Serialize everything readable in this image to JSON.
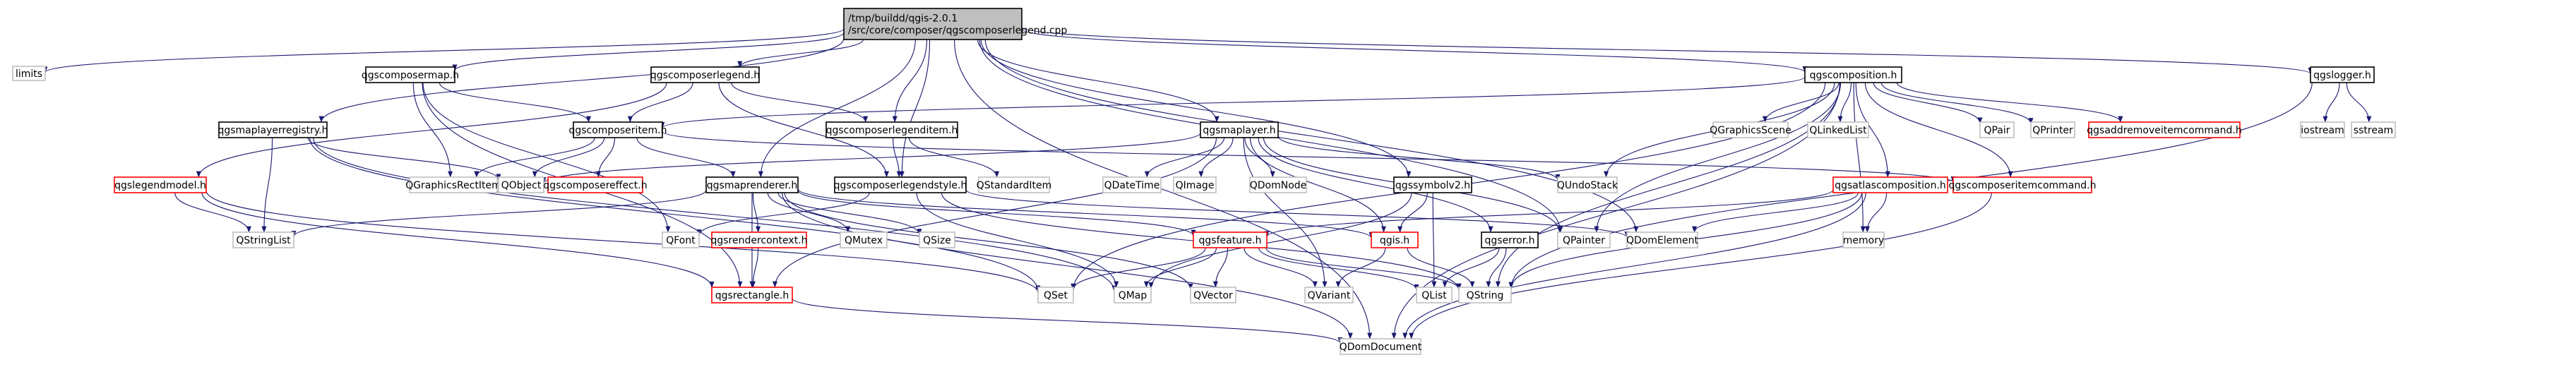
{
  "colors": {
    "edge": "#191970",
    "root_fill": "#bfbfbf",
    "root_stroke": "#000000",
    "file_stroke": "#000000",
    "missing_stroke": "#bfbfbf",
    "broken_stroke": "#ff0000",
    "text": "#000000"
  },
  "nodes": [
    {
      "id": "root",
      "kind": "root",
      "lines": [
        "/tmp/buildd/qgis-2.0.1",
        "/src/core/composer/qgscomposerlegend.cpp"
      ]
    },
    {
      "id": "limits",
      "kind": "missing",
      "lines": [
        "limits"
      ]
    },
    {
      "id": "qgscomposermap",
      "kind": "file",
      "lines": [
        "qgscomposermap.h"
      ]
    },
    {
      "id": "qgscomposerlegend",
      "kind": "file",
      "lines": [
        "qgscomposerlegend.h"
      ]
    },
    {
      "id": "qgscomposition",
      "kind": "file",
      "lines": [
        "qgscomposition.h"
      ]
    },
    {
      "id": "qgslogger",
      "kind": "file",
      "lines": [
        "qgslogger.h"
      ]
    },
    {
      "id": "qgsmaplayerregistry",
      "kind": "file",
      "lines": [
        "qgsmaplayerregistry.h"
      ]
    },
    {
      "id": "qgscomposeritem",
      "kind": "file",
      "lines": [
        "qgscomposeritem.h"
      ]
    },
    {
      "id": "qgscomposerlegenditem",
      "kind": "file",
      "lines": [
        "qgscomposerlegenditem.h"
      ]
    },
    {
      "id": "qgsmaplayer",
      "kind": "file",
      "lines": [
        "qgsmaplayer.h"
      ]
    },
    {
      "id": "qgraphicsscene",
      "kind": "missing",
      "lines": [
        "QGraphicsScene"
      ]
    },
    {
      "id": "qlinkedlist",
      "kind": "missing",
      "lines": [
        "QLinkedList"
      ]
    },
    {
      "id": "qpair",
      "kind": "missing",
      "lines": [
        "QPair"
      ]
    },
    {
      "id": "qprinter",
      "kind": "missing",
      "lines": [
        "QPrinter"
      ]
    },
    {
      "id": "qgsaddremoveitemcommand",
      "kind": "broken",
      "lines": [
        "qgsaddremoveitemcommand.h"
      ]
    },
    {
      "id": "iostream",
      "kind": "missing",
      "lines": [
        "iostream"
      ]
    },
    {
      "id": "sstream",
      "kind": "missing",
      "lines": [
        "sstream"
      ]
    },
    {
      "id": "qgslegendmodel",
      "kind": "broken",
      "lines": [
        "qgslegendmodel.h"
      ]
    },
    {
      "id": "qgraphicsrectitem",
      "kind": "missing",
      "lines": [
        "QGraphicsRectItem"
      ]
    },
    {
      "id": "qobject",
      "kind": "missing",
      "lines": [
        "QObject"
      ]
    },
    {
      "id": "qgscomposereffect",
      "kind": "broken",
      "lines": [
        "qgscomposereffect.h"
      ]
    },
    {
      "id": "qgsmaprenderer",
      "kind": "file",
      "lines": [
        "qgsmaprenderer.h"
      ]
    },
    {
      "id": "qgscomposerlegendstyle",
      "kind": "file",
      "lines": [
        "qgscomposerlegendstyle.h"
      ]
    },
    {
      "id": "qstandarditem",
      "kind": "missing",
      "lines": [
        "QStandardItem"
      ]
    },
    {
      "id": "qdatetime",
      "kind": "missing",
      "lines": [
        "QDateTime"
      ]
    },
    {
      "id": "qimage",
      "kind": "missing",
      "lines": [
        "QImage"
      ]
    },
    {
      "id": "qdomnode",
      "kind": "missing",
      "lines": [
        "QDomNode"
      ]
    },
    {
      "id": "qgssymbolv2",
      "kind": "file",
      "lines": [
        "qgssymbolv2.h"
      ]
    },
    {
      "id": "qundostack",
      "kind": "missing",
      "lines": [
        "QUndoStack"
      ]
    },
    {
      "id": "qgsatlascomposition",
      "kind": "broken",
      "lines": [
        "qgsatlascomposition.h"
      ]
    },
    {
      "id": "qgscomposeritemcommand",
      "kind": "broken",
      "lines": [
        "qgscomposeritemcommand.h"
      ]
    },
    {
      "id": "memory",
      "kind": "missing",
      "lines": [
        "memory"
      ]
    },
    {
      "id": "qstringlist",
      "kind": "missing",
      "lines": [
        "QStringList"
      ]
    },
    {
      "id": "qfont",
      "kind": "missing",
      "lines": [
        "QFont"
      ]
    },
    {
      "id": "qgsrendercontext",
      "kind": "broken",
      "lines": [
        "qgsrendercontext.h"
      ]
    },
    {
      "id": "qmutex",
      "kind": "missing",
      "lines": [
        "QMutex"
      ]
    },
    {
      "id": "qsize",
      "kind": "missing",
      "lines": [
        "QSize"
      ]
    },
    {
      "id": "qgsfeature",
      "kind": "broken",
      "lines": [
        "qgsfeature.h"
      ]
    },
    {
      "id": "qgis",
      "kind": "broken",
      "lines": [
        "qgis.h"
      ]
    },
    {
      "id": "qgserror",
      "kind": "file",
      "lines": [
        "qgserror.h"
      ]
    },
    {
      "id": "qpainter",
      "kind": "missing",
      "lines": [
        "QPainter"
      ]
    },
    {
      "id": "qdomelement",
      "kind": "missing",
      "lines": [
        "QDomElement"
      ]
    },
    {
      "id": "qgsrectangle",
      "kind": "broken",
      "lines": [
        "qgsrectangle.h"
      ]
    },
    {
      "id": "qset",
      "kind": "missing",
      "lines": [
        "QSet"
      ]
    },
    {
      "id": "qmap",
      "kind": "missing",
      "lines": [
        "QMap"
      ]
    },
    {
      "id": "qvector",
      "kind": "missing",
      "lines": [
        "QVector"
      ]
    },
    {
      "id": "qvariant",
      "kind": "missing",
      "lines": [
        "QVariant"
      ]
    },
    {
      "id": "qlist",
      "kind": "missing",
      "lines": [
        "QList"
      ]
    },
    {
      "id": "qstring",
      "kind": "missing",
      "lines": [
        "QString"
      ]
    },
    {
      "id": "qdomdocument",
      "kind": "missing",
      "lines": [
        "QDomDocument"
      ]
    }
  ],
  "edges": [
    [
      "root",
      "limits"
    ],
    [
      "root",
      "qgscomposermap"
    ],
    [
      "root",
      "qgscomposerlegend"
    ],
    [
      "root",
      "qgscomposition"
    ],
    [
      "root",
      "qgslogger"
    ],
    [
      "root",
      "qgsmaplayerregistry"
    ],
    [
      "root",
      "qgscomposerlegenditem"
    ],
    [
      "root",
      "qgsmaplayer"
    ],
    [
      "root",
      "qgscomposerlegendstyle"
    ],
    [
      "root",
      "qgsmaprenderer"
    ],
    [
      "root",
      "qgssymbolv2"
    ],
    [
      "root",
      "qpainter"
    ],
    [
      "root",
      "qdomelement"
    ],
    [
      "root",
      "qdomdocument"
    ],
    [
      "qgscomposermap",
      "qgscomposeritem"
    ],
    [
      "qgscomposermap",
      "qgraphicsrectitem"
    ],
    [
      "qgscomposermap",
      "qfont"
    ],
    [
      "qgscomposermap",
      "qgsrectangle"
    ],
    [
      "qgscomposerlegend",
      "qgscomposeritem"
    ],
    [
      "qgscomposerlegend",
      "qgscomposerlegenditem"
    ],
    [
      "qgscomposerlegend",
      "qgscomposerlegendstyle"
    ],
    [
      "qgscomposerlegend",
      "qgslegendmodel"
    ],
    [
      "qgsmaplayerregistry",
      "qobject"
    ],
    [
      "qgsmaplayerregistry",
      "qstringlist"
    ],
    [
      "qgsmaplayerregistry",
      "qmap"
    ],
    [
      "qgsmaplayerregistry",
      "qset"
    ],
    [
      "qgscomposeritem",
      "qobject"
    ],
    [
      "qgscomposeritem",
      "qgraphicsrectitem"
    ],
    [
      "qgscomposeritem",
      "qgscomposereffect"
    ],
    [
      "qgscomposeritem",
      "qgsmaprenderer"
    ],
    [
      "qgscomposeritem",
      "qgscomposeritemcommand"
    ],
    [
      "qgscomposerlegenditem",
      "qstandarditem"
    ],
    [
      "qgscomposerlegenditem",
      "qgscomposerlegendstyle"
    ],
    [
      "qgsmaplayer",
      "qobject"
    ],
    [
      "qgsmaplayer",
      "qdatetime"
    ],
    [
      "qgsmaplayer",
      "qimage"
    ],
    [
      "qgsmaplayer",
      "qdomnode"
    ],
    [
      "qgsmaplayer",
      "qundostack"
    ],
    [
      "qgsmaplayer",
      "qgsrectangle"
    ],
    [
      "qgsmaplayer",
      "qgis"
    ],
    [
      "qgsmaplayer",
      "qgserror"
    ],
    [
      "qgsmaplayer",
      "qvariant"
    ],
    [
      "qgsmaplayer",
      "qpainter"
    ],
    [
      "qgscomposition",
      "qgscomposeritem"
    ],
    [
      "qgscomposition",
      "qgraphicsscene"
    ],
    [
      "qgscomposition",
      "qlinkedlist"
    ],
    [
      "qgscomposition",
      "qpair"
    ],
    [
      "qgscomposition",
      "qprinter"
    ],
    [
      "qgscomposition",
      "qgsaddremoveitemcommand"
    ],
    [
      "qgscomposition",
      "qgsatlascomposition"
    ],
    [
      "qgscomposition",
      "qgscomposeritemcommand"
    ],
    [
      "qgscomposition",
      "memory"
    ],
    [
      "qgscomposition",
      "qundostack"
    ],
    [
      "qgscomposition",
      "qdomdocument"
    ],
    [
      "qgscomposition",
      "qset"
    ],
    [
      "qgscomposition",
      "qpainter"
    ],
    [
      "qgscomposition",
      "qstring"
    ],
    [
      "qgslogger",
      "iostream"
    ],
    [
      "qgslogger",
      "sstream"
    ],
    [
      "qgslogger",
      "qstring"
    ],
    [
      "qgslegendmodel",
      "qstringlist"
    ],
    [
      "qgslegendmodel",
      "qset"
    ],
    [
      "qgslegendmodel",
      "qgsrectangle"
    ],
    [
      "qgsmaprenderer",
      "qmutex"
    ],
    [
      "qgsmaprenderer",
      "qsize"
    ],
    [
      "qgsmaprenderer",
      "qstringlist"
    ],
    [
      "qgsmaprenderer",
      "qvector"
    ],
    [
      "qgsmaprenderer",
      "qgsrendercontext"
    ],
    [
      "qgsmaprenderer",
      "qgsrectangle"
    ],
    [
      "qgsmaprenderer",
      "qgsfeature"
    ],
    [
      "qgsmaprenderer",
      "qdomdocument"
    ],
    [
      "qgsmaprenderer",
      "qgis"
    ],
    [
      "qgscomposerlegendstyle",
      "qfont"
    ],
    [
      "qgscomposerlegendstyle",
      "qmap"
    ],
    [
      "qgscomposerlegendstyle",
      "qstring"
    ],
    [
      "qgscomposerlegendstyle",
      "qdomelement"
    ],
    [
      "qgssymbolv2",
      "qgis"
    ],
    [
      "qgssymbolv2",
      "qmap"
    ],
    [
      "qgssymbolv2",
      "qlist"
    ],
    [
      "qgsatlascomposition",
      "qgsfeature"
    ],
    [
      "qgsatlascomposition",
      "memory"
    ],
    [
      "qgsatlascomposition",
      "qdomelement"
    ],
    [
      "qgsatlascomposition",
      "qdomdocument"
    ],
    [
      "qgsatlascomposition",
      "qstring"
    ],
    [
      "qgscomposeritemcommand",
      "qdomdocument"
    ],
    [
      "qgsrendercontext",
      "qgsrectangle"
    ],
    [
      "qgsfeature",
      "qset"
    ],
    [
      "qgsfeature",
      "qmap"
    ],
    [
      "qgsfeature",
      "qvector"
    ],
    [
      "qgsfeature",
      "qvariant"
    ],
    [
      "qgsfeature",
      "qlist"
    ],
    [
      "qgsfeature",
      "qstring"
    ],
    [
      "qgis",
      "qvariant"
    ],
    [
      "qgis",
      "qstring"
    ],
    [
      "qgserror",
      "qlist"
    ],
    [
      "qgserror",
      "qstring"
    ],
    [
      "qgsrectangle",
      "qdomdocument"
    ]
  ]
}
